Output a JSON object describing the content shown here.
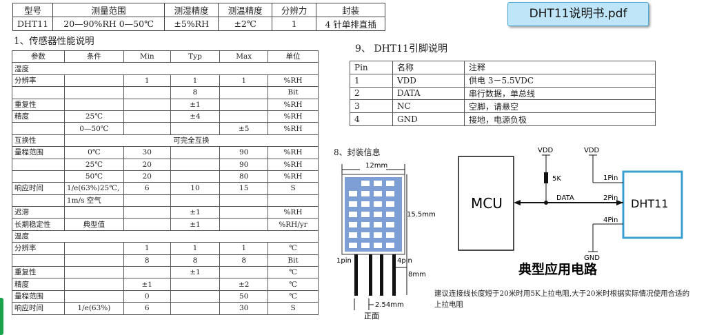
{
  "spec_table": {
    "headers": [
      "型号",
      "测量范围",
      "测湿精度",
      "测温精度",
      "分辨力",
      "封装"
    ],
    "row": [
      "DHT11",
      "20—90%RH 0—50℃",
      "±5%RH",
      "±2℃",
      "1",
      "4 针单排直插"
    ]
  },
  "pdf_label": "DHT11说明书.pdf",
  "section1_title": "1、传感器性能说明",
  "perf_table": {
    "headers": [
      "参数",
      "条件",
      "Min",
      "Typ",
      "Max",
      "单位"
    ],
    "rows": [
      [
        "湿度",
        "",
        "",
        "",
        "",
        ""
      ],
      [
        "分辨率",
        "",
        "1",
        "1",
        "1",
        "%RH"
      ],
      [
        "",
        "",
        "",
        "8",
        "",
        "Bit"
      ],
      [
        "重复性",
        "",
        "",
        "±1",
        "",
        "%RH"
      ],
      [
        "精度",
        "25℃",
        "",
        "±4",
        "",
        "%RH"
      ],
      [
        "",
        "0—50℃",
        "",
        "",
        "±5",
        "%RH"
      ],
      [
        "互换性",
        "可完全互换",
        "",
        "",
        "",
        ""
      ],
      [
        "量程范围",
        "0℃",
        "30",
        "",
        "90",
        "%RH"
      ],
      [
        "",
        "25℃",
        "20",
        "",
        "90",
        "%RH"
      ],
      [
        "",
        "50℃",
        "20",
        "",
        "80",
        "%RH"
      ],
      [
        "响应时间",
        "1/e(63%)25℃,",
        "6",
        "10",
        "15",
        "S"
      ],
      [
        "",
        "1m/s 空气",
        "",
        "",
        "",
        ""
      ],
      [
        "迟滞",
        "",
        "",
        "±1",
        "",
        "%RH"
      ],
      [
        "长期稳定性",
        "典型值",
        "",
        "±1",
        "",
        "%RH/yr"
      ],
      [
        "温度",
        "",
        "",
        "",
        "",
        ""
      ],
      [
        "分辨率",
        "",
        "1",
        "1",
        "1",
        "℃"
      ],
      [
        "",
        "",
        "8",
        "8",
        "8",
        "Bit"
      ],
      [
        "重复性",
        "",
        "",
        "±1",
        "",
        "℃"
      ],
      [
        "精度",
        "",
        "±1",
        "",
        "±2",
        "℃"
      ],
      [
        "量程范围",
        "",
        "0",
        "",
        "50",
        "℃"
      ],
      [
        "响应时间",
        "1/e(63%)",
        "6",
        "",
        "30",
        "S"
      ]
    ]
  },
  "section9_title": "9、 DHT11引脚说明",
  "pin_table": {
    "headers": [
      "Pin",
      "名称",
      "注释"
    ],
    "rows": [
      [
        "1",
        "VDD",
        "供电 3－5.5VDC"
      ],
      [
        "2",
        "DATA",
        "串行数据，单总线"
      ],
      [
        "3",
        "NC",
        "空脚，请悬空"
      ],
      [
        "4",
        "GND",
        "接地，电源负极"
      ]
    ]
  },
  "section8_title": "8、封装信息",
  "package": {
    "width": "12mm",
    "height": "15.5mm",
    "pin_len": "8mm",
    "pitch": "2.54mm",
    "pin1": "1pin",
    "pin4": "4pin",
    "front": "正面"
  },
  "circuit": {
    "mcu": "MCU",
    "dht": "DHT11",
    "vdd1": "VDD",
    "vdd2": "VDD",
    "resistor": "5K",
    "data": "DATA",
    "pin1": "1Pin",
    "pin2": "2Pin",
    "pin4": "4Pin",
    "gnd": "GND",
    "title": "典型应用电路"
  },
  "note": "建议连接线长度短于20米时用5K上拉电阻,大于20米时根据实际情况使用合适的上拉电阻"
}
